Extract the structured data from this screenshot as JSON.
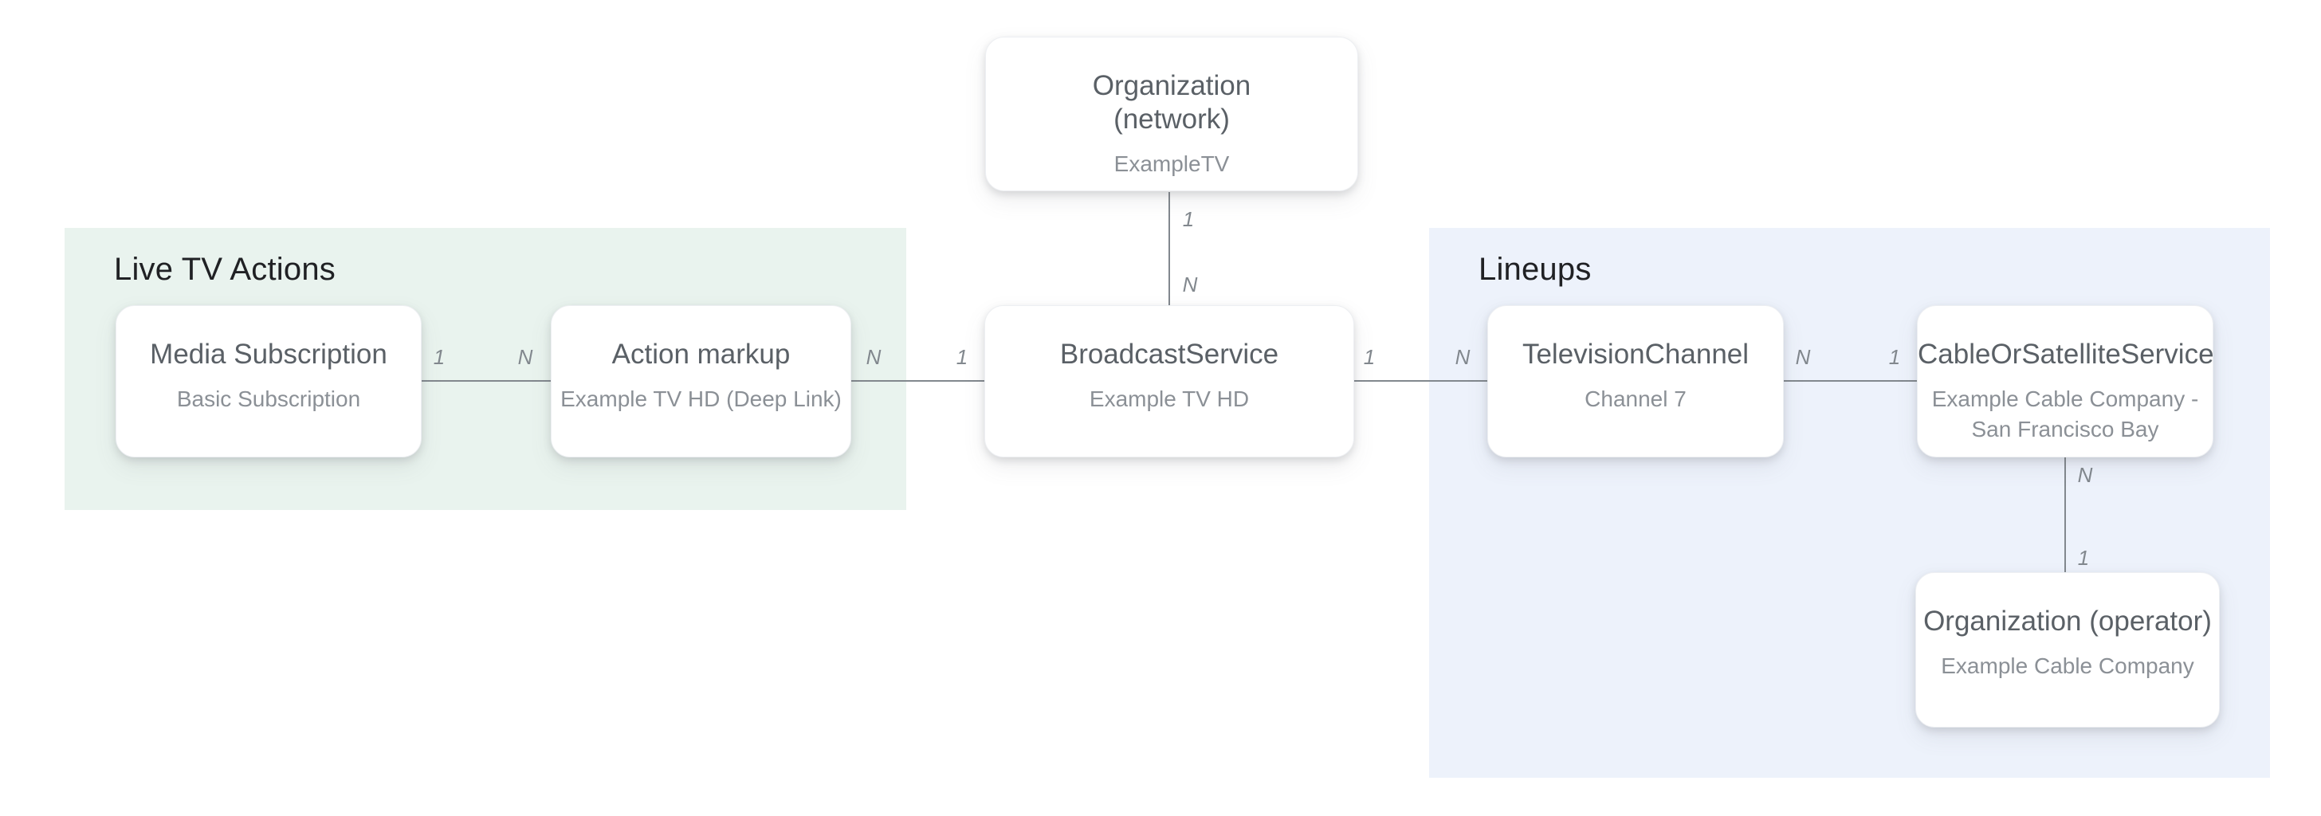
{
  "sections": {
    "live_tv_actions": {
      "title": "Live TV Actions"
    },
    "lineups": {
      "title": "Lineups"
    }
  },
  "nodes": {
    "organization_network": {
      "title": "Organization\n(network)",
      "subtitle": "ExampleTV"
    },
    "media_subscription": {
      "title": "Media Subscription",
      "subtitle": "Basic Subscription"
    },
    "action_markup": {
      "title": "Action markup",
      "subtitle": "Example TV HD (Deep Link)"
    },
    "broadcast_service": {
      "title": "BroadcastService",
      "subtitle": "Example TV HD"
    },
    "television_channel": {
      "title": "TelevisionChannel",
      "subtitle": "Channel 7"
    },
    "cable_or_satellite_service": {
      "title": "CableOrSatelliteService",
      "subtitle": "Example Cable Company -\nSan Francisco Bay"
    },
    "organization_operator": {
      "title": "Organization (operator)",
      "subtitle": "Example Cable Company"
    }
  },
  "edges": {
    "network_to_broadcast": {
      "from_label": "1",
      "to_label": "N"
    },
    "media_to_action": {
      "from_label": "1",
      "to_label": "N"
    },
    "action_to_broadcast": {
      "from_label": "N",
      "to_label": "1"
    },
    "broadcast_to_channel": {
      "from_label": "1",
      "to_label": "N"
    },
    "channel_to_cable": {
      "from_label": "N",
      "to_label": "1"
    },
    "cable_to_operator": {
      "from_label": "N",
      "to_label": "1"
    }
  },
  "colors": {
    "live_tv_region_bg": "#e9f3ee",
    "lineups_region_bg": "#edf2fb",
    "node_bg": "#ffffff",
    "node_title_text": "#5a6066",
    "node_subtitle_text": "#8b9096",
    "section_title_text": "#202124",
    "connector": "#82888e"
  }
}
